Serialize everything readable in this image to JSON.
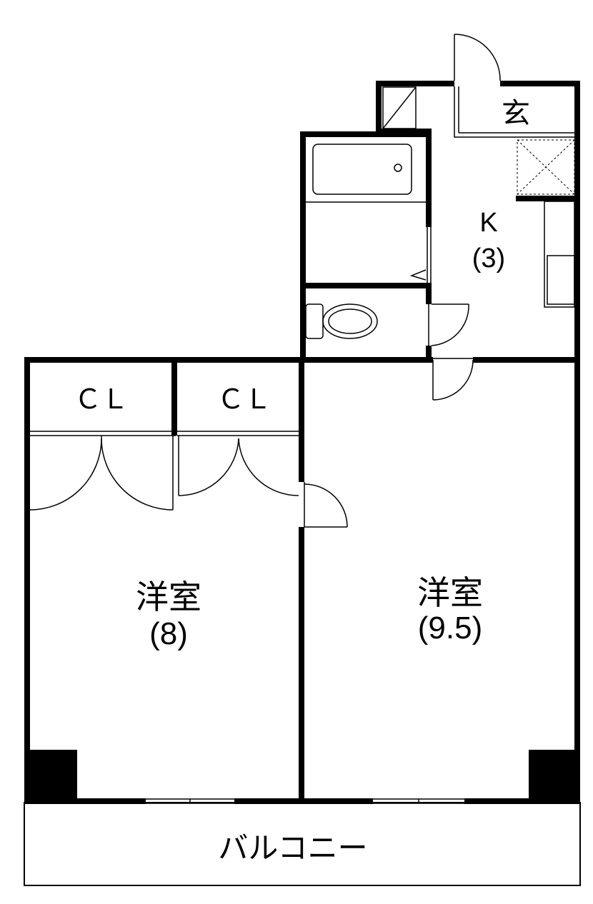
{
  "rooms": {
    "entrance": {
      "label": "玄"
    },
    "kitchen": {
      "label": "K",
      "size": "(3)"
    },
    "closet_left": {
      "label": "ＣＬ"
    },
    "closet_right": {
      "label": "ＣＬ"
    },
    "western_left": {
      "label": "洋室",
      "size": "(8)"
    },
    "western_right": {
      "label": "洋室",
      "size": "(9.5)"
    },
    "balcony": {
      "label": "バルコニー"
    }
  }
}
